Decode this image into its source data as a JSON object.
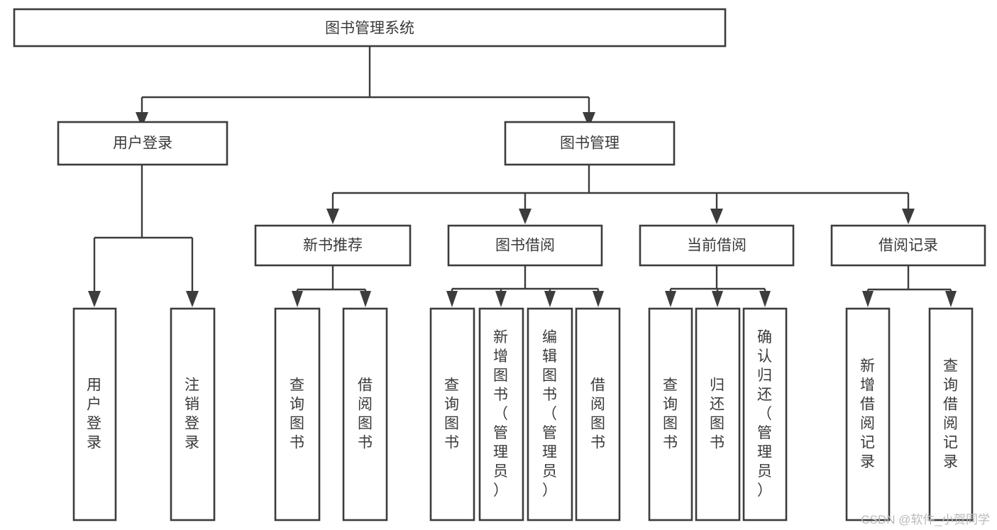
{
  "diagram": {
    "title_node": {
      "label": "图书管理系统"
    },
    "level1": [
      {
        "id": "user-login",
        "label": "用户登录"
      },
      {
        "id": "book-management",
        "label": "图书管理"
      }
    ],
    "level2": [
      {
        "id": "new-book-recommend",
        "label": "新书推荐"
      },
      {
        "id": "book-borrow",
        "label": "图书借阅"
      },
      {
        "id": "current-borrow",
        "label": "当前借阅"
      },
      {
        "id": "borrow-record",
        "label": "借阅记录"
      }
    ],
    "leaves": {
      "user_login": [
        {
          "id": "leaf-user-login",
          "label": "用户登录"
        },
        {
          "id": "leaf-logout-login",
          "label": "注销登录"
        }
      ],
      "new_book_recommend": [
        {
          "id": "leaf-query-book-1",
          "label": "查询图书"
        },
        {
          "id": "leaf-borrow-book-1",
          "label": "借阅图书"
        }
      ],
      "book_borrow": [
        {
          "id": "leaf-query-book-2",
          "label": "查询图书"
        },
        {
          "id": "leaf-add-book",
          "label": "新增图书（管理员）"
        },
        {
          "id": "leaf-edit-book",
          "label": "编辑图书（管理员）"
        },
        {
          "id": "leaf-borrow-book-2",
          "label": "借阅图书"
        }
      ],
      "current_borrow": [
        {
          "id": "leaf-query-book-3",
          "label": "查询图书"
        },
        {
          "id": "leaf-return-book",
          "label": "归还图书"
        },
        {
          "id": "leaf-confirm-return",
          "label": "确认归还（管理员）"
        }
      ],
      "borrow_record": [
        {
          "id": "leaf-add-record",
          "label": "新增借阅记录"
        },
        {
          "id": "leaf-query-record",
          "label": "查询借阅记录"
        }
      ]
    },
    "watermark": {
      "text": "CSDN @软件_小贺同学"
    },
    "colors": {
      "box_stroke": "#3c3c3c",
      "box_fill": "#ffffff",
      "text": "#3a3a3a",
      "connector": "#3c3c3c",
      "watermark": "#b9b9b9",
      "background": "#ffffff"
    }
  }
}
